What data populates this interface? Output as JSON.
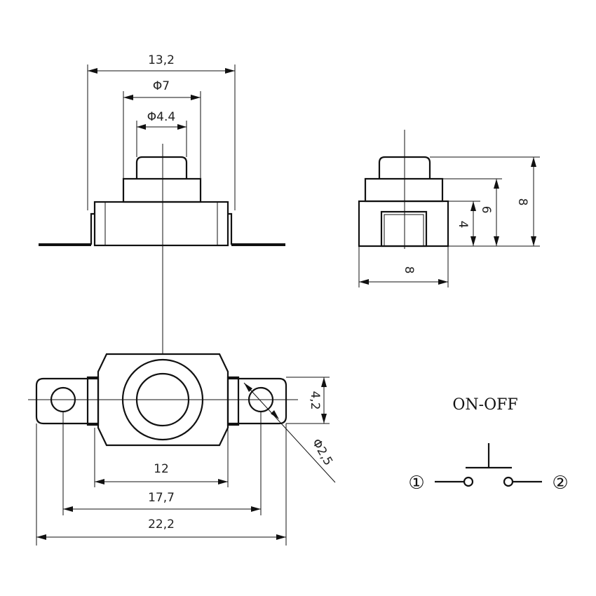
{
  "dimensions": {
    "top_width": "13,2",
    "top_outer_dia": "Φ7",
    "top_inner_dia": "Φ4.4",
    "side_width": "8",
    "side_height_total": "8",
    "side_height_mid": "6",
    "side_height_low": "4",
    "plan_hole_spacing_h": "4,2",
    "plan_hole_dia": "Φ2,5",
    "plan_body_width": "12",
    "plan_hole_pitch": "17,7",
    "plan_overall": "22,2"
  },
  "schematic": {
    "title": "ON-OFF",
    "pin1": "①",
    "pin2": "②"
  }
}
